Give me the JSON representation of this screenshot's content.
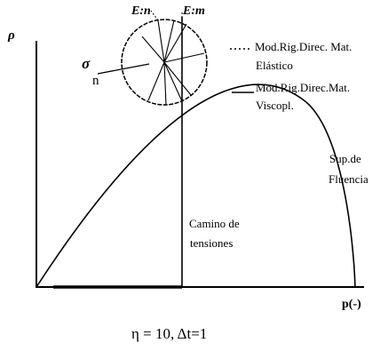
{
  "axes": {
    "y_label": "ρ",
    "x_label": "p(-)"
  },
  "circle_labels": {
    "e_n": "E:n",
    "e_m": "E:m",
    "sigma": "σ",
    "sigma_sub": "n"
  },
  "legend": {
    "elastic_line1": "Mod.Rig.Direc. Mat.",
    "elastic_line2": "Elástico",
    "viscopl_line1": "Mod.Rig.Direc.Mat.",
    "viscopl_line2": "Viscopl."
  },
  "surface_label": {
    "line1": "Sup.de",
    "line2": "Fluencia"
  },
  "path_label": {
    "line1": "Camino de",
    "line2": "tensiones"
  },
  "caption": "η = 10, Δt=1"
}
